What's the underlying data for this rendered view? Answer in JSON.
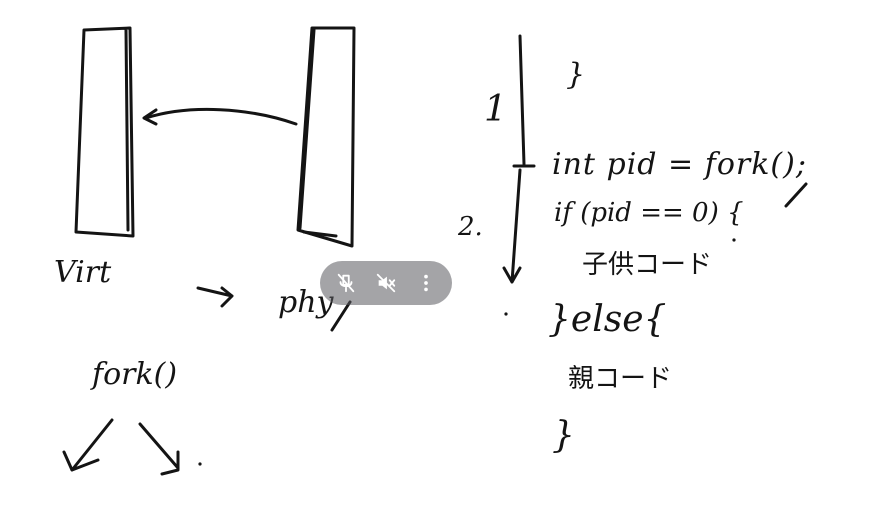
{
  "notes": {
    "virt": "Virt",
    "phy": "phy",
    "fork_call": "fork()",
    "label_one": "1",
    "label_two": "2.",
    "code_line1": "int pid = fork();",
    "code_line2": "if (pid == 0) {",
    "code_line3": "子供コード",
    "code_line4": "}else{",
    "code_line5": "親コード",
    "code_line6": "}",
    "top_brace": "}"
  },
  "controls": {
    "mic_label": "microphone off",
    "sound_label": "sound muted",
    "more_label": "more options"
  },
  "colors": {
    "ink": "#141414",
    "pill": "#5a5a5f"
  }
}
